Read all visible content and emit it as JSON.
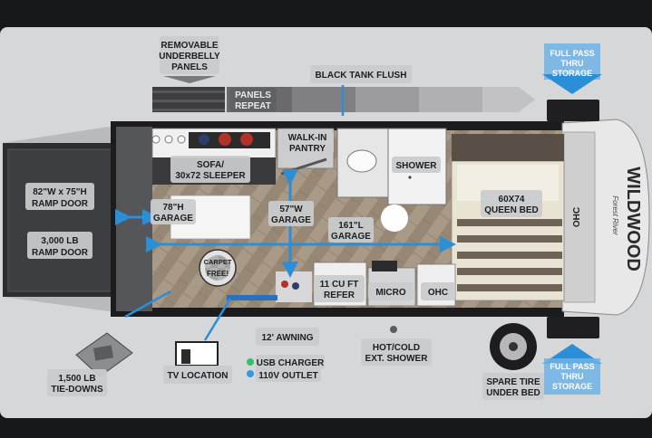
{
  "labels": {
    "removable_panels": [
      "REMOVABLE",
      "UNDERBELLY",
      "PANELS"
    ],
    "panels_repeat": [
      "PANELS",
      "REPEAT"
    ],
    "black_tank_flush": "BLACK TANK FLUSH",
    "full_pass_top": [
      "FULL PASS",
      "THRU",
      "STORAGE"
    ],
    "full_pass_bottom": [
      "FULL PASS",
      "THRU",
      "STORAGE"
    ],
    "ramp_door_size": [
      "82\"W x 75\"H",
      "RAMP DOOR"
    ],
    "ramp_door_weight": [
      "3,000 LB",
      "RAMP DOOR"
    ],
    "sofa": [
      "SOFA/",
      "30x72 SLEEPER"
    ],
    "walk_in_pantry": [
      "WALK-IN",
      "PANTRY"
    ],
    "shower": "SHOWER",
    "queen_bed": [
      "60X74",
      "QUEEN BED"
    ],
    "ohc_right": "OHC",
    "garage_height": [
      "78\"H",
      "GARAGE"
    ],
    "garage_width": [
      "57\"W",
      "GARAGE"
    ],
    "garage_length": [
      "161\"L",
      "GARAGE"
    ],
    "refer": [
      "11 CU FT",
      "REFER"
    ],
    "micro": "MICRO",
    "ohc_bottom": "OHC",
    "carpet_free": [
      "CARPET",
      "FREE!"
    ],
    "awning": "12' AWNING",
    "usb_charger": "USB CHARGER",
    "outlet": "110V OUTLET",
    "outdoor_shower": [
      "HOT/COLD",
      "EXT. SHOWER"
    ],
    "spare_tire": [
      "SPARE TIRE",
      "UNDER BED"
    ],
    "tv_location": "TV LOCATION",
    "tie_downs": [
      "1,500 LB",
      "TIE-DOWNS"
    ],
    "brand": "WILDWOOD",
    "brand_script": "Forest River"
  },
  "colors": {
    "accent_blue": "#2a8fd6",
    "usb_dot": "#33c26a",
    "outlet_dot": "#2f9be0"
  }
}
